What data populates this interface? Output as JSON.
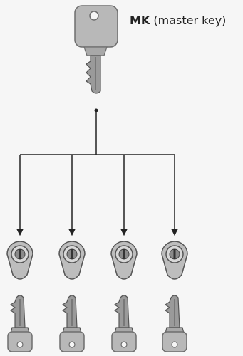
{
  "label": {
    "abbr": "MK",
    "text": " (master key)"
  },
  "colors": {
    "background": "#f6f6f6",
    "key_fill": "#b8b8b8",
    "key_dark": "#6e6e6e",
    "line": "#222222",
    "cylinder_fill": "#bdbdbd"
  },
  "diagram": {
    "top_item": "master-key",
    "branches": 4,
    "branch_items": [
      "lock-cylinder",
      "change-key"
    ]
  }
}
